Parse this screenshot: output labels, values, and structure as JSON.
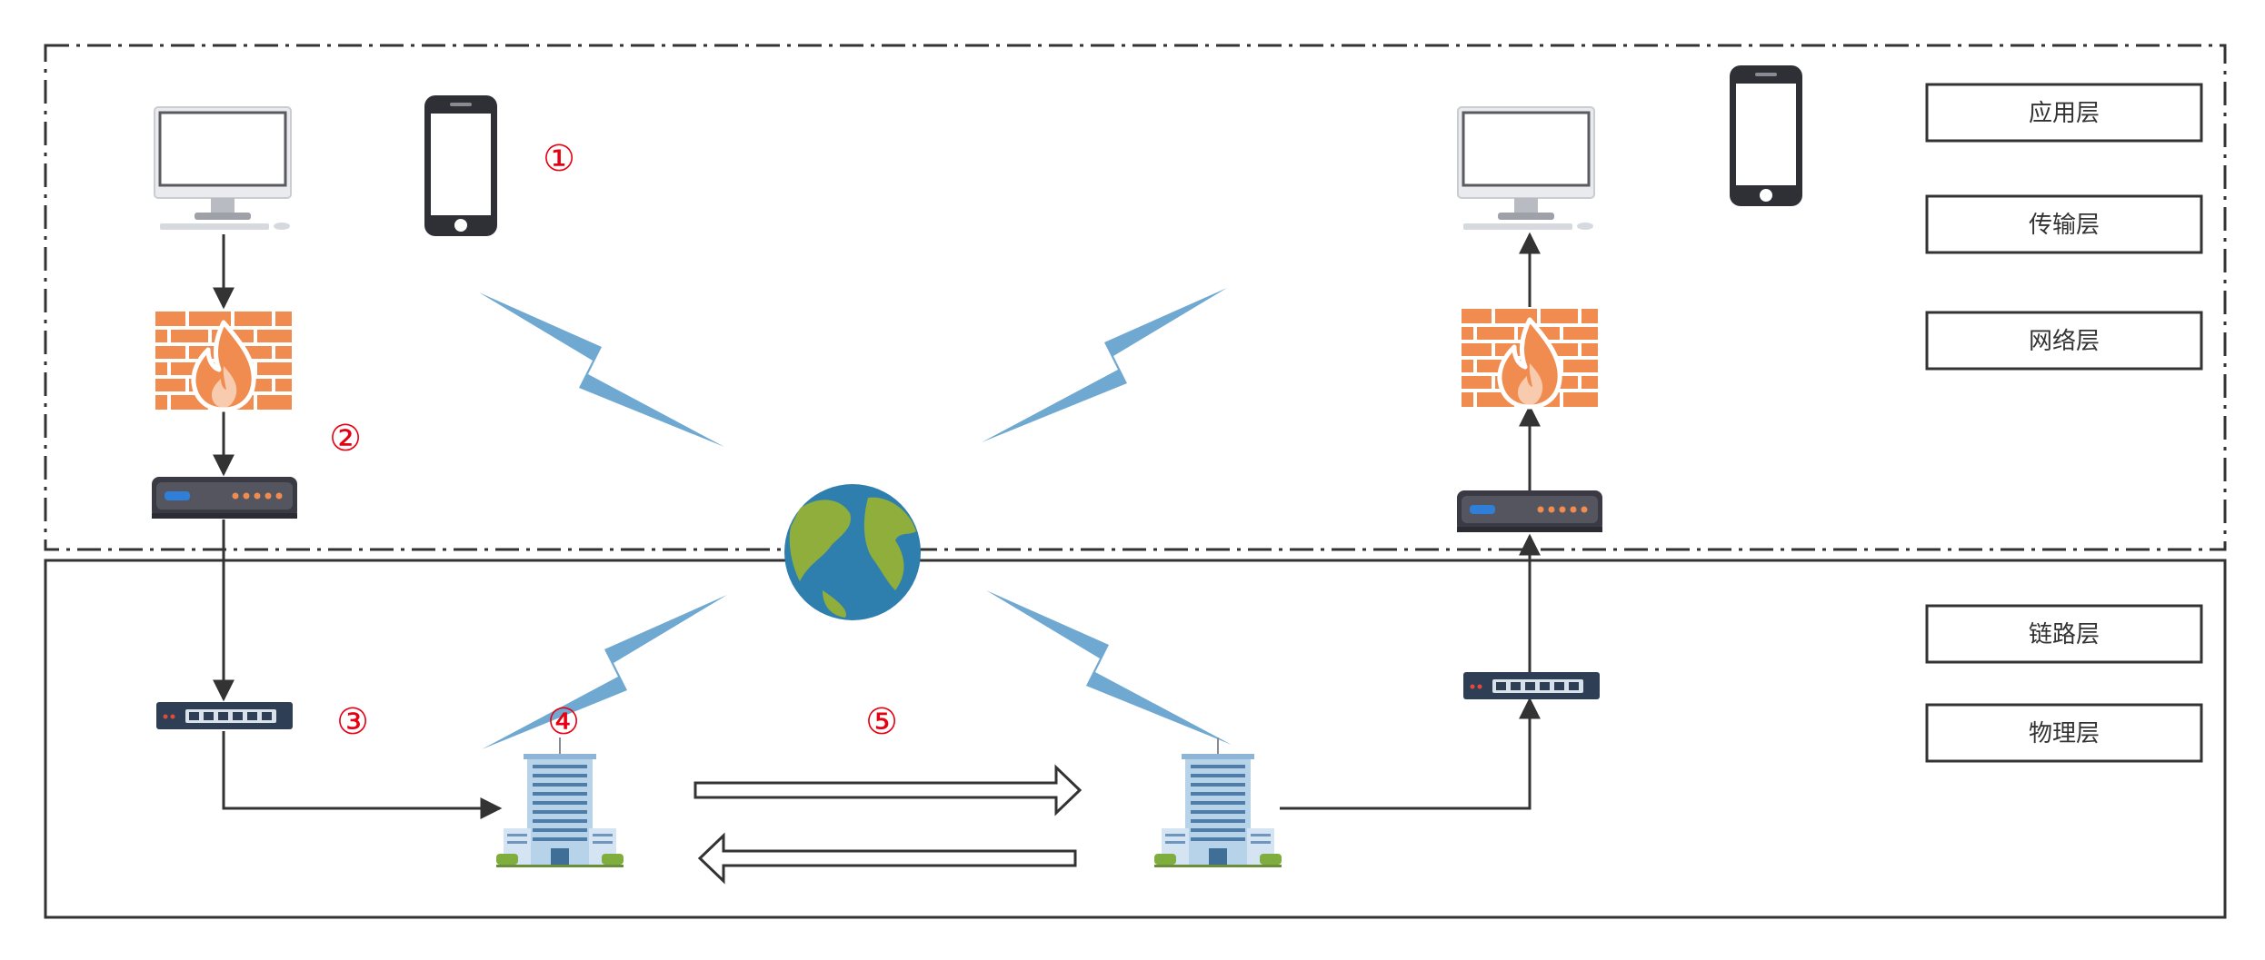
{
  "layers": {
    "application": "应用层",
    "transport": "传输层",
    "network": "网络层",
    "link": "链路层",
    "physical": "物理层"
  },
  "markers": [
    "①",
    "②",
    "③",
    "④",
    "⑤"
  ],
  "colors": {
    "marker": "#e60012",
    "lightning": "#6fa8d0",
    "firewall": "#f08c4f",
    "line": "#333333",
    "globe_ocean": "#2f7fae",
    "globe_land": "#8fae3c",
    "device_dark": "#3a3a44",
    "switch_body": "#2e3f55"
  },
  "icons": {
    "computer": "desktop-computer-icon",
    "phone": "smartphone-icon",
    "firewall": "firewall-icon",
    "router": "router-icon",
    "switch": "network-switch-icon",
    "building": "office-building-icon",
    "globe": "globe-icon",
    "lightning": "lightning-bolt-icon"
  }
}
